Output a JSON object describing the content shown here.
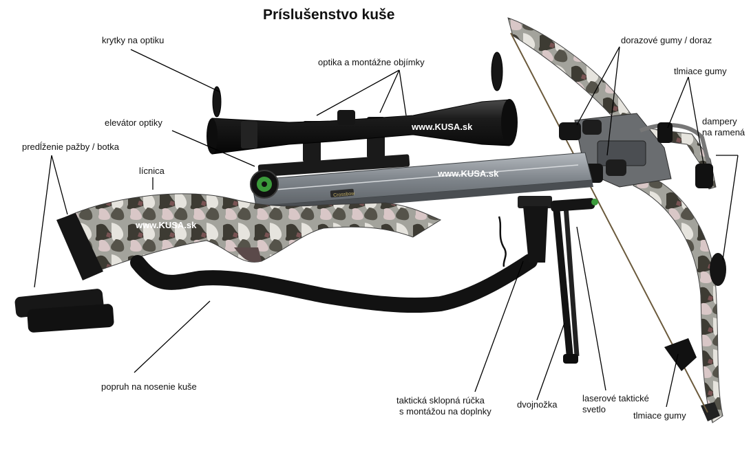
{
  "title": "Príslušenstvo kuše",
  "watermark": "www.KUSA.sk",
  "brand_plate": "Crossbow",
  "labels": {
    "lens_caps": "krytky na optiku",
    "scope_mounts": "optika a montážne objímky",
    "scope_elevator": "elevátor optiky",
    "butt_extension_line1": "predĺženie pažby / botka",
    "cheek_rest": "lícnica",
    "limb_stops": "dorazové gumy / doraz",
    "string_dampers_top": "tlmiace gumy",
    "limb_dampers_line1": "dampery",
    "limb_dampers_line2": "na ramená",
    "sling": "popruh na nosenie kuše",
    "grip_line1": "taktická sklopná rúčka",
    "grip_line2": "s montážou na doplnky",
    "bipod": "dvojnožka",
    "laser_line1": "laserové taktické",
    "laser_line2": "svetlo",
    "string_dampers_bottom": "tlmiace gumy"
  },
  "colors": {
    "camo_base": "#9a9a94",
    "camo_dark": "#3a3a32",
    "rail": "#8e9398",
    "black": "#141414",
    "laser_green": "#3b9a3b"
  }
}
